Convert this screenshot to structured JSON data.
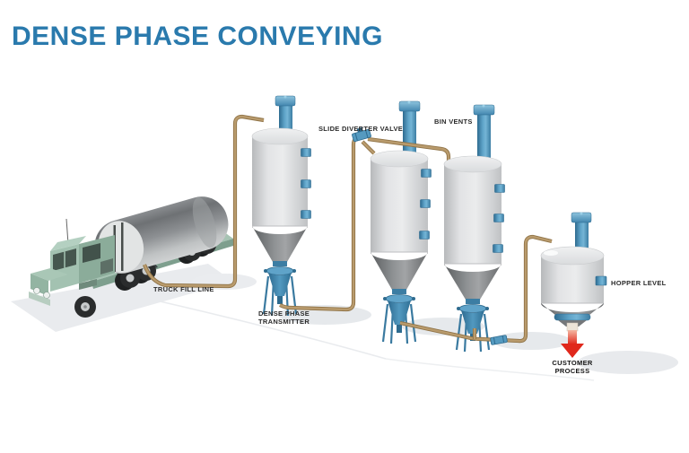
{
  "title": "DENSE PHASE CONVEYING",
  "labels": {
    "truck_fill_line": "TRUCK FILL LINE",
    "dense_phase_transmitter": "DENSE PHASE\nTRANSMITTER",
    "slide_diverter_valve": "SLIDE DIVERTER VALVE",
    "bin_vents": "BIN VENTS",
    "hopper_level": "HOPPER LEVEL",
    "customer_process": "CUSTOMER\nPROCESS"
  },
  "icons": {
    "customer_process_arrow": "red-down-arrow"
  },
  "colors": {
    "title_blue": "#2a7aad",
    "label_text": "#2b2b2b",
    "pipe_tan": "#b2946a",
    "equipment_blue": "#4a8fb8",
    "silo_gray": "#d9dadc",
    "cone_gray": "#7d8083",
    "truck_green": "#9fbfae",
    "arrow_red": "#e0281c",
    "shadow_gray": "#e9ebee"
  }
}
